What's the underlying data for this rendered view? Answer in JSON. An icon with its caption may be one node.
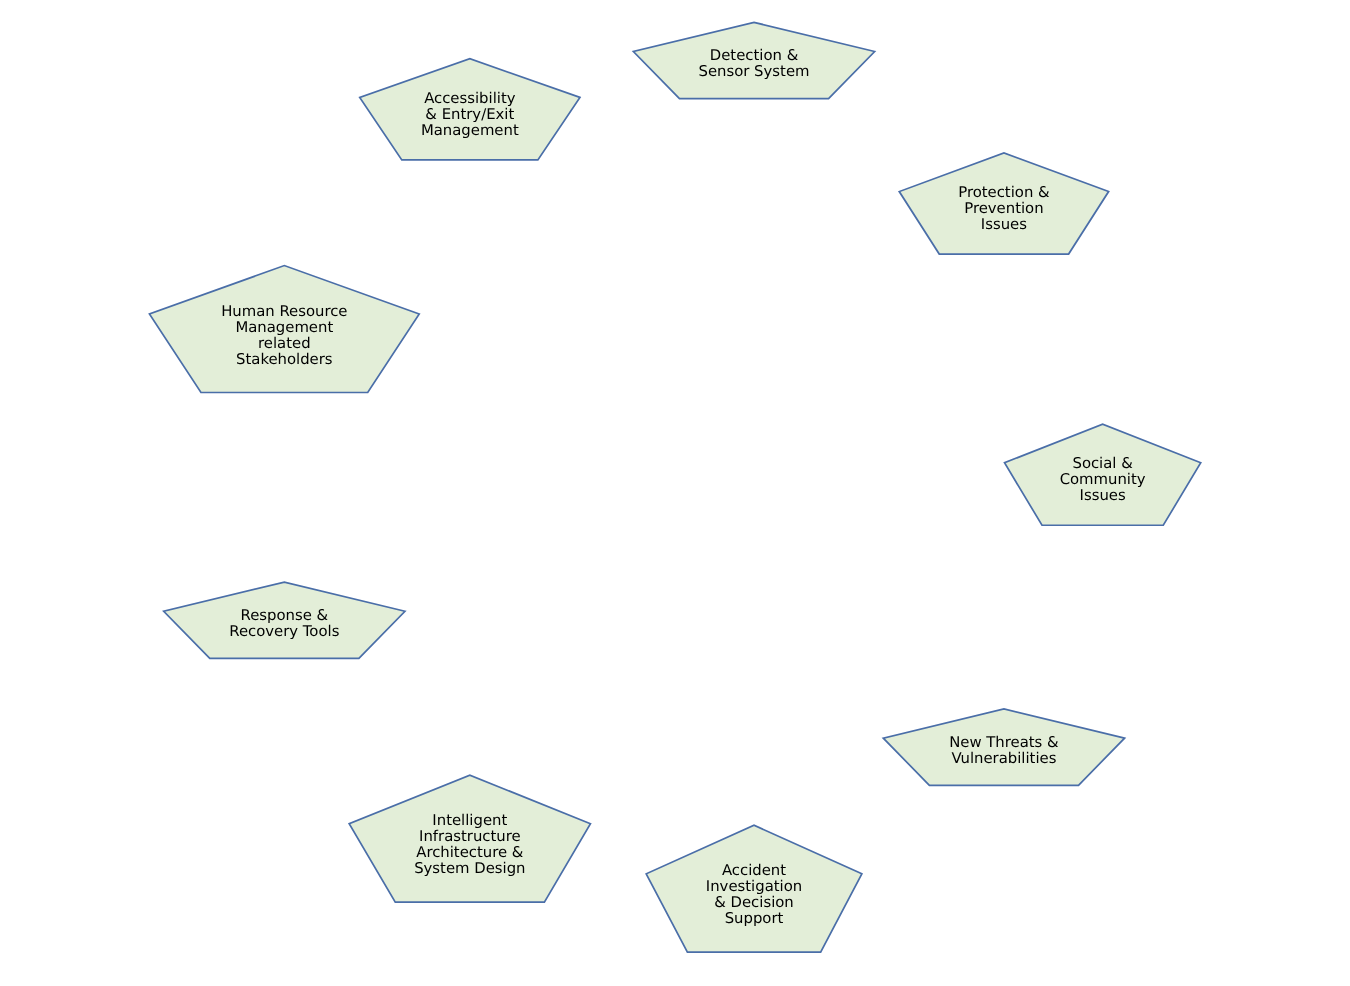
{
  "diagram": {
    "nodes": [
      {
        "text": [
          "New Threats & Vulnerabilities"
        ]
      },
      {
        "text": [
          "Accident Investigation & Decision Support"
        ]
      },
      {
        "text": [
          "Intelligent Infrastructure Architecture & System Design"
        ]
      },
      {
        "text": [
          "Response & Recovery Tools"
        ]
      },
      {
        "text": [
          "Human Resource Management related Stakeholders"
        ]
      },
      {
        "text": [
          "Accessibility & Entry/Exit Management"
        ]
      },
      {
        "text": [
          "Detection & Sensor System"
        ]
      },
      {
        "text": [
          "Protection & Prevention Issues"
        ]
      },
      {
        "text": [
          "Social & Community Issues"
        ]
      }
    ],
    "edges": []
  }
}
